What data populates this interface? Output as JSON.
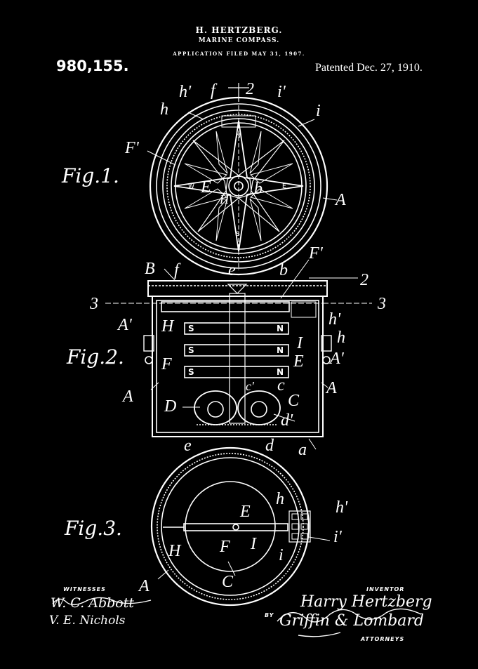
{
  "header": {
    "inventor_name": "H. HERTZBERG.",
    "title": "MARINE COMPASS.",
    "application": "APPLICATION FILED MAY 31, 1907.",
    "patent_number": "980,155.",
    "patent_date": "Patented Dec. 27, 1910."
  },
  "figures": {
    "fig1": "Fig.1.",
    "fig2": "Fig.2.",
    "fig3": "Fig.3."
  },
  "labels": {
    "fig1": {
      "h_prime": "h'",
      "f": "f",
      "two": "2",
      "i_prime": "i'",
      "h": "h",
      "i": "i",
      "F_prime": "F'",
      "E": "E",
      "b": "b",
      "H": "H",
      "A": "A",
      "N": "N",
      "S": "S",
      "E_dir": "E",
      "W": "W"
    },
    "fig2": {
      "B": "B",
      "f": "f",
      "e": "e",
      "b": "b",
      "F_prime": "F'",
      "two": "2",
      "three_left": "3",
      "three_right": "3",
      "A_prime_left": "A'",
      "H": "H",
      "h_prime": "h'",
      "h": "h",
      "I": "I",
      "F": "F",
      "E": "E",
      "A_prime_right": "A'",
      "A_left": "A",
      "A_right": "A",
      "c_prime": "c'",
      "c": "c",
      "C": "C",
      "D": "D",
      "d_prime": "d'",
      "e_bottom": "e",
      "d": "d",
      "a": "a",
      "magnet_s": "S",
      "magnet_n": "N"
    },
    "fig3": {
      "h": "h",
      "h_prime": "h'",
      "E": "E",
      "H": "H",
      "F": "F",
      "I": "I",
      "i_prime": "i'",
      "i": "i",
      "C": "C",
      "A": "A"
    }
  },
  "footer": {
    "witnesses_label": "WITNESSES",
    "witness_1": "W. C. Abbott",
    "witness_2": "V. E. Nichols",
    "inventor_label": "INVENTOR",
    "inventor_signature": "Harry Hertzberg",
    "by_label": "BY",
    "attorneys_signature": "Griffin & Lombard",
    "attorneys_label": "ATTORNEYS"
  },
  "colors": {
    "background": "#000000",
    "ink": "#ffffff"
  }
}
